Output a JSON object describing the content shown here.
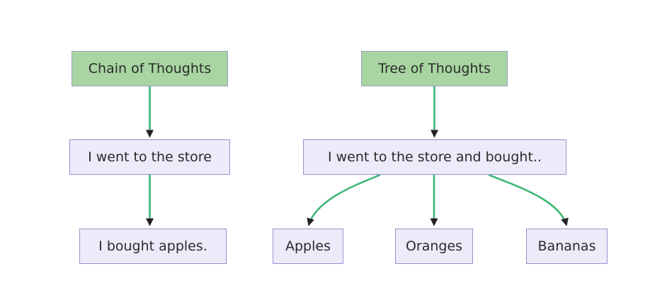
{
  "colors": {
    "canvasBg": "#ffffff",
    "edge": "#3fb875",
    "arrow": "#232323",
    "rootFill": "#a8d5a2",
    "rootBorder": "#9aa0c4",
    "nodeFill": "#ecebfa",
    "nodeBorder": "#998fcd",
    "text": "#2b2b2b"
  },
  "chain": {
    "root": "Chain of Thoughts",
    "step": "I went to the store",
    "leaf": "I bought apples."
  },
  "tree": {
    "root": "Tree of Thoughts",
    "step": "I went to the store and bought..",
    "leaves": [
      "Apples",
      "Oranges",
      "Bananas"
    ]
  }
}
